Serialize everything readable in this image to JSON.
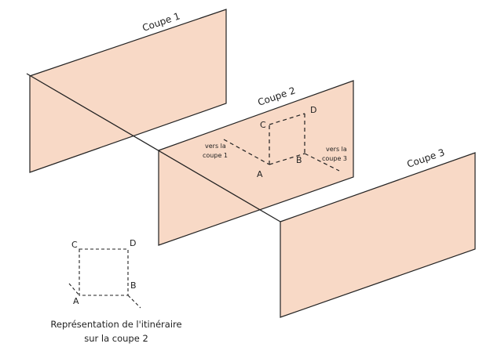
{
  "colors": {
    "panel": "#f8d9c6",
    "stroke": "#222222"
  },
  "planes": [
    {
      "label": "Coupe 1"
    },
    {
      "label": "Coupe 2"
    },
    {
      "label": "Coupe 3"
    }
  ],
  "points": {
    "a": "A",
    "b": "B",
    "c": "C",
    "d": "D"
  },
  "annotations": {
    "to_coupe1_line1": "vers la",
    "to_coupe1_line2": "coupe 1",
    "to_coupe3_line1": "vers la",
    "to_coupe3_line2": "coupe 3"
  },
  "legend": {
    "points": {
      "a": "A",
      "b": "B",
      "c": "C",
      "d": "D"
    },
    "caption_line1": "Représentation de l'itinéraire",
    "caption_line2": "sur la coupe 2"
  }
}
